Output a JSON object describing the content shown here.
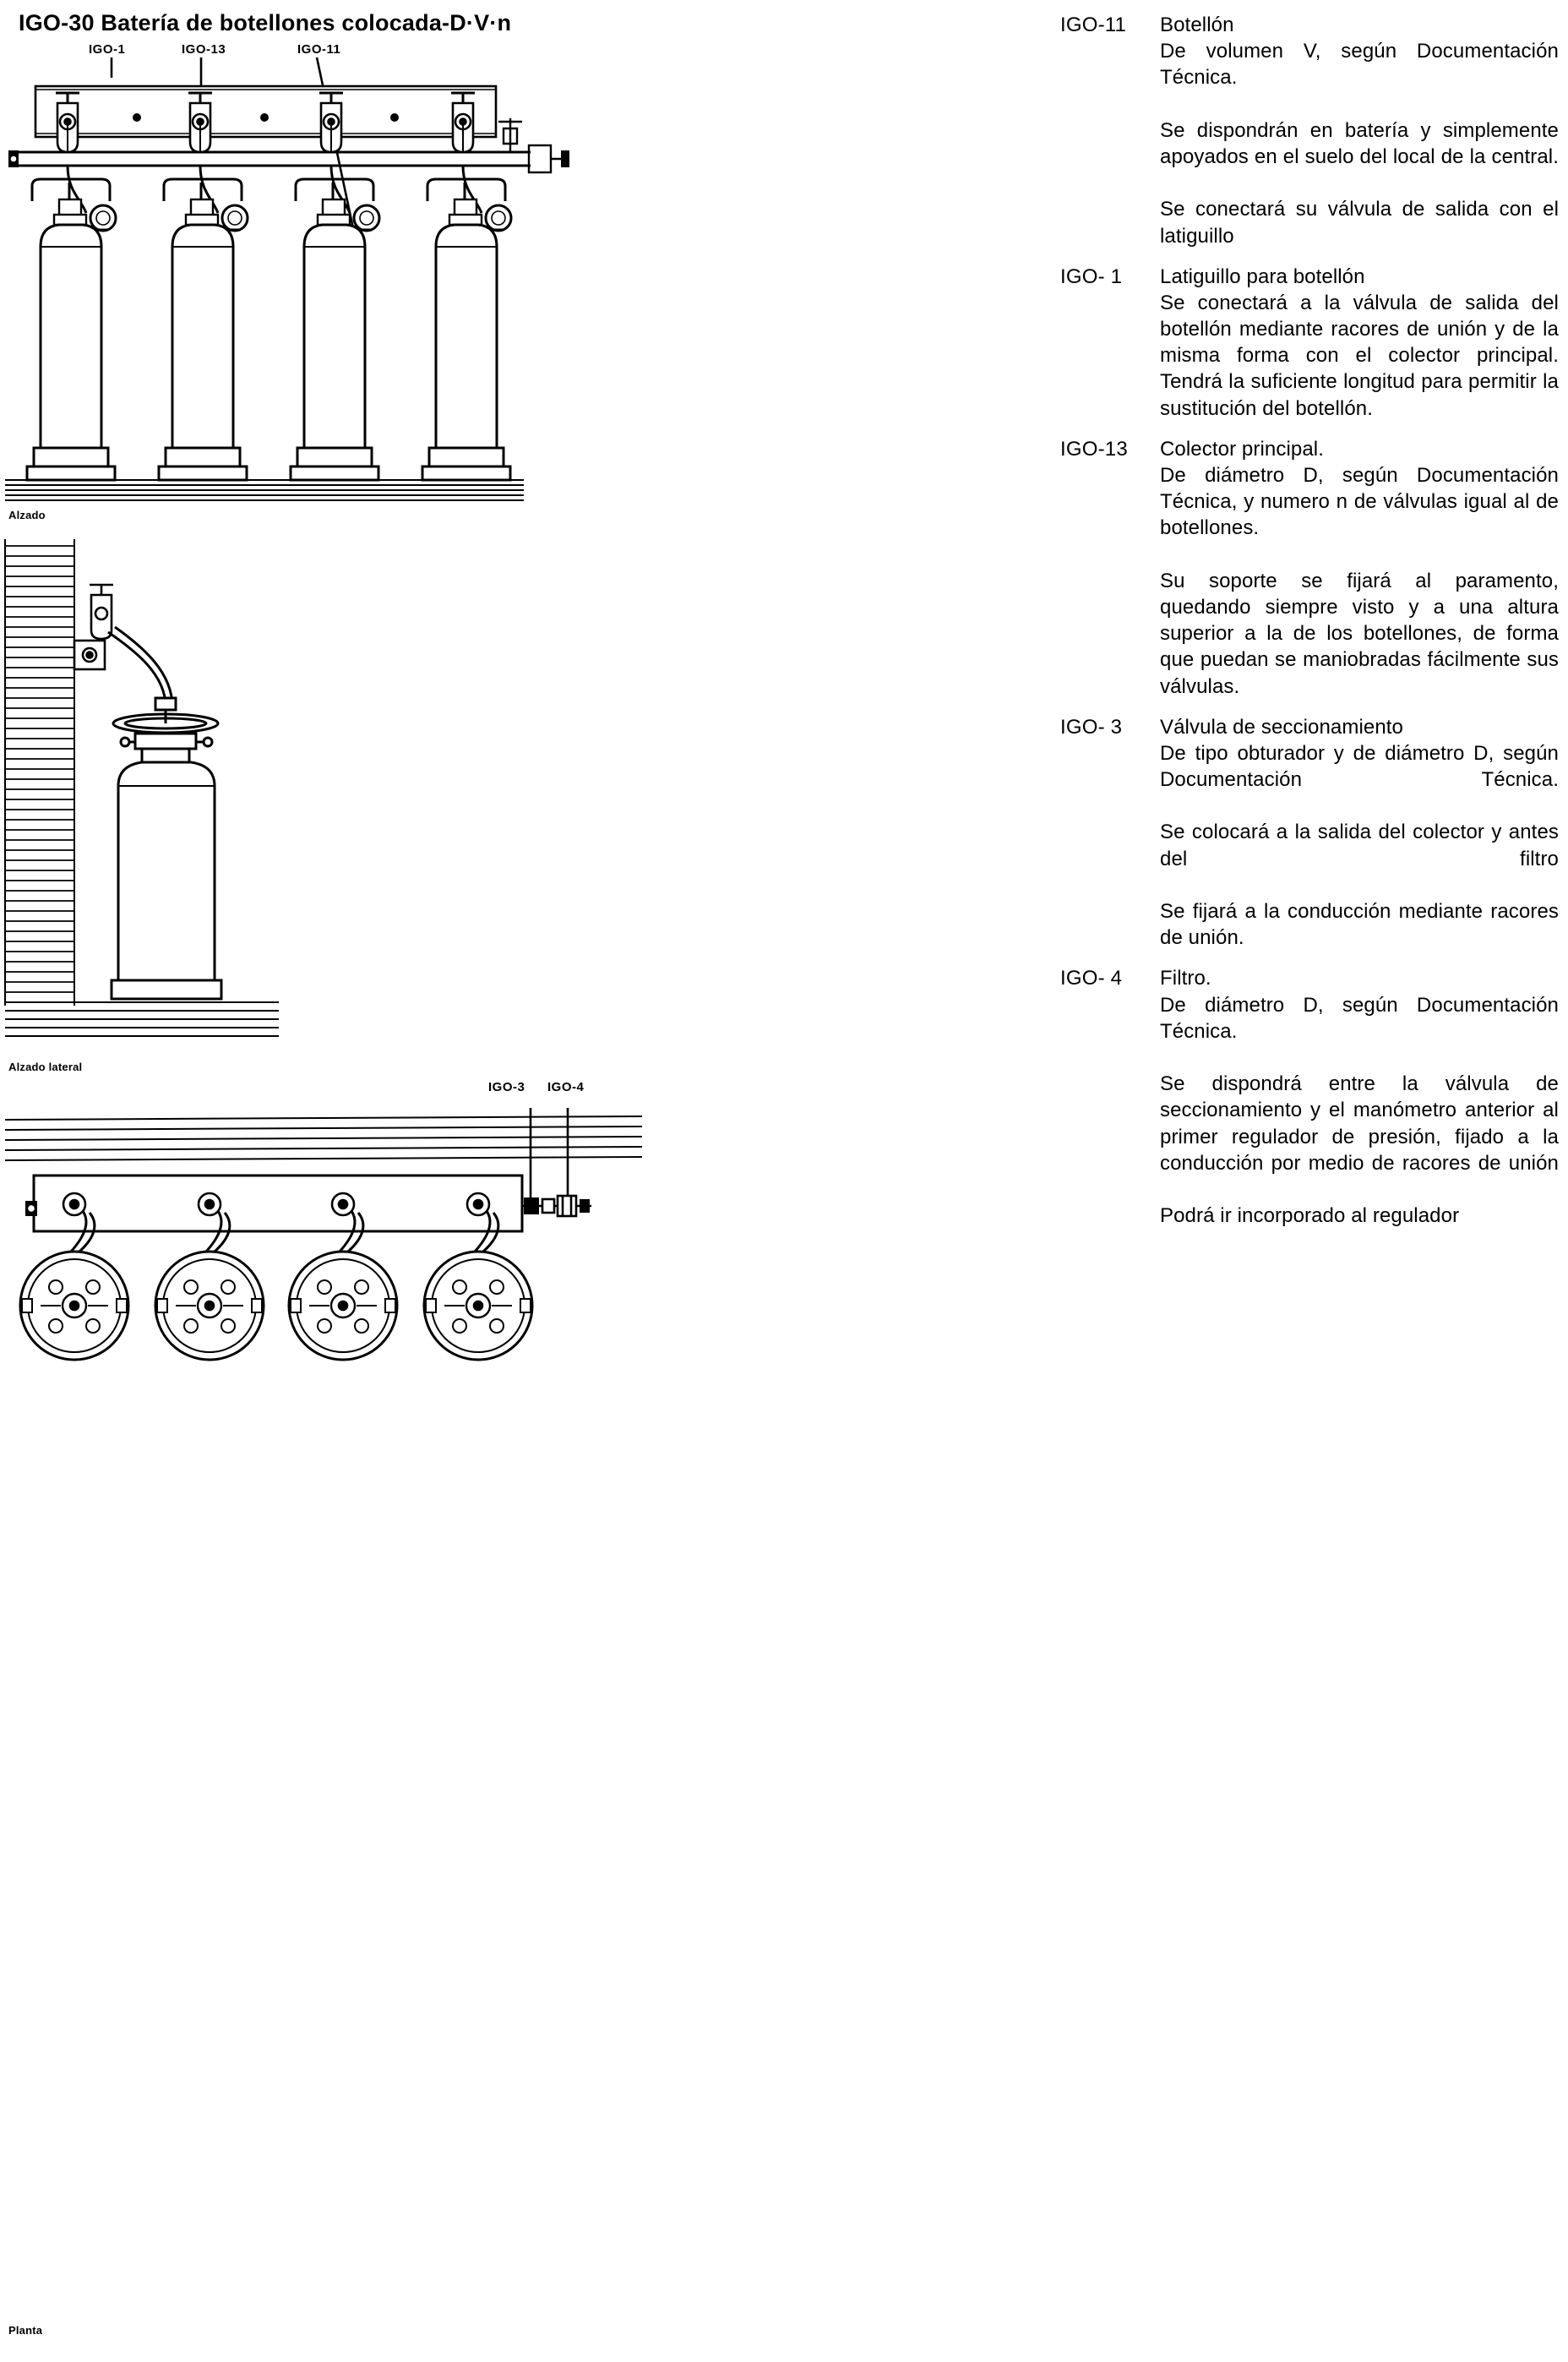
{
  "document": {
    "title": "IGO-30 Batería de botellones colocada-D·V·n",
    "language": "es"
  },
  "drawings": {
    "views": [
      {
        "id": "alzado",
        "caption": "Alzado"
      },
      {
        "id": "alzado-lateral",
        "caption": "Alzado lateral"
      },
      {
        "id": "planta",
        "caption": "Planta"
      }
    ],
    "callouts": [
      {
        "id": "c1",
        "label": "IGO-1",
        "view": "alzado"
      },
      {
        "id": "c13",
        "label": "IGO-13",
        "view": "alzado"
      },
      {
        "id": "c11",
        "label": "IGO-11",
        "view": "alzado"
      },
      {
        "id": "c3",
        "label": "IGO-3",
        "view": "planta"
      },
      {
        "id": "c4",
        "label": "IGO-4",
        "view": "planta"
      }
    ],
    "bottle_count": 4,
    "line_color": "#000000",
    "background_color": "#ffffff"
  },
  "specs": [
    {
      "code": "IGO-11",
      "title": "Botellón",
      "paragraphs": [
        "De volumen V, según Documentación Técnica.",
        "Se dispondrán en batería y simplemente apoyados en el suelo del local de la central.",
        "Se conectará su válvula de salida con el latiguillo"
      ]
    },
    {
      "code": "IGO- 1",
      "title": "Latiguillo para botellón",
      "paragraphs": [
        "Se conectará a la válvula de salida del botellón mediante racores de unión y de la misma forma con el colector principal. Tendrá la suficiente longitud para permitir la sustitución del botellón."
      ]
    },
    {
      "code": "IGO-13",
      "title": "Colector principal.",
      "paragraphs": [
        "De diámetro D, según Documentación Técnica, y numero n de válvulas igual al de botellones.",
        "Su soporte se fijará al paramento, quedando siempre visto y a una altura superior a la de los botellones, de forma que puedan se maniobradas fácilmente sus válvulas."
      ]
    },
    {
      "code": "IGO- 3",
      "title": "Válvula de seccionamiento",
      "paragraphs": [
        "De tipo obturador y de diámetro D, según Documentación Técnica.",
        "Se colocará a la salida del colector y antes del filtro",
        "Se fijará a la conducción mediante racores de unión."
      ]
    },
    {
      "code": "IGO- 4",
      "title": "Filtro.",
      "paragraphs": [
        "De diámetro D, según Documentación Técnica.",
        "Se dispondrá entre la válvula de seccionamiento y el manómetro anterior al primer regulador de presión, fijado a la conducción por medio de racores de unión",
        "Podrá ir incorporado al regulador"
      ]
    }
  ]
}
